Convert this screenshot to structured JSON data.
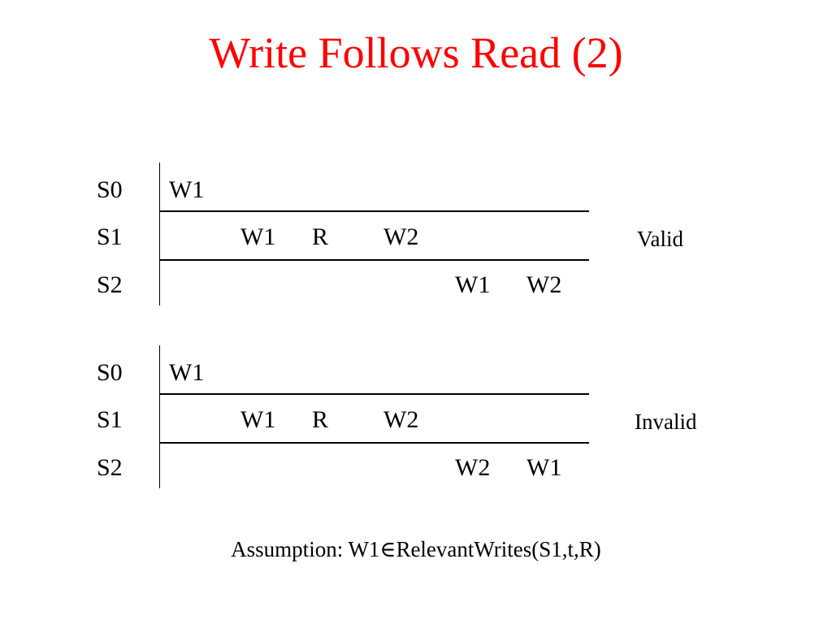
{
  "title": "Write Follows Read (2)",
  "diagrams": [
    {
      "status": "Valid",
      "rows": [
        {
          "label": "S0",
          "events": [
            "W1"
          ]
        },
        {
          "label": "S1",
          "events": [
            "W1",
            "R",
            "W2"
          ]
        },
        {
          "label": "S2",
          "events": [
            "W1",
            "W2"
          ]
        }
      ]
    },
    {
      "status": "Invalid",
      "rows": [
        {
          "label": "S0",
          "events": [
            "W1"
          ]
        },
        {
          "label": "S1",
          "events": [
            "W1",
            "R",
            "W2"
          ]
        },
        {
          "label": "S2",
          "events": [
            "W2",
            "W1"
          ]
        }
      ]
    }
  ],
  "assumption": {
    "prefix": "Assumption: W1",
    "symbol": "∈",
    "suffix": "RelevantWrites(S1,t,R)"
  }
}
